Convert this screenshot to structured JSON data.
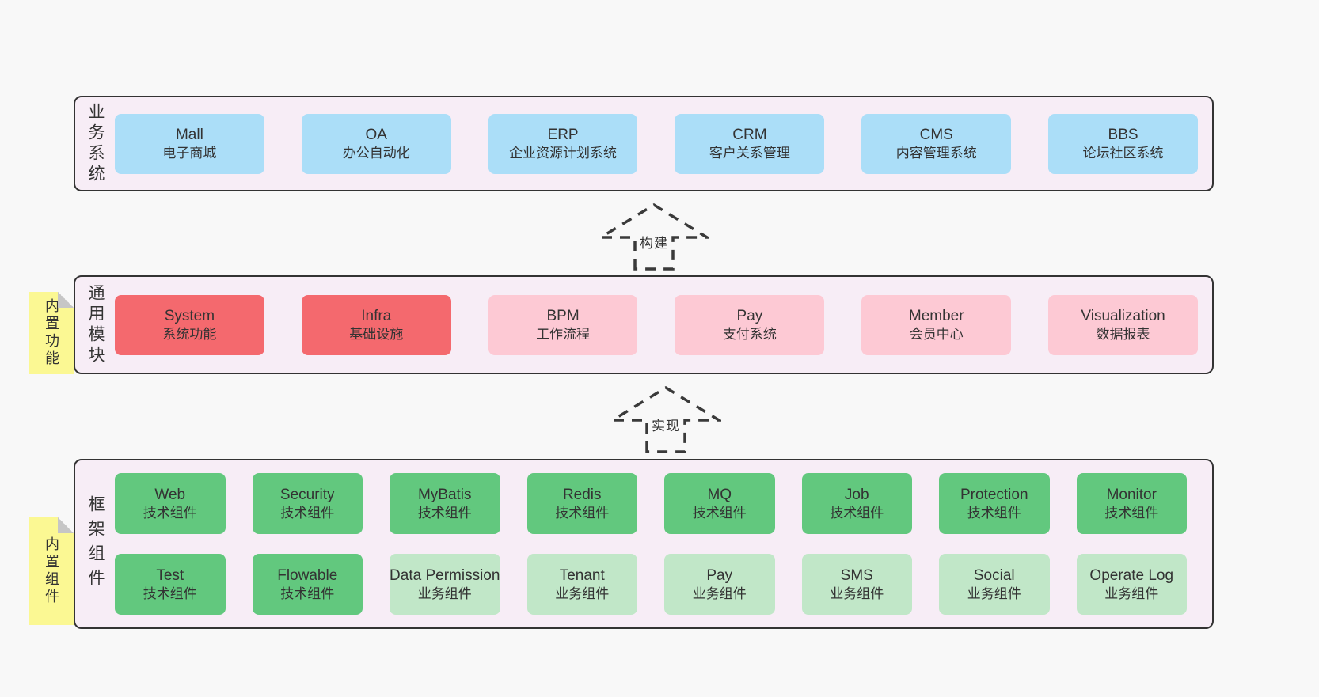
{
  "colors": {
    "page_background": "#f8f8f8",
    "band_background": "#f7edf6",
    "band_border": "#333333",
    "text": "#333333",
    "business_system_box": "#abdef8",
    "core_module_box": "#f4696e",
    "module_box": "#fdc9d4",
    "tech_component_box": "#62c87e",
    "biz_component_box": "#c1e7c8",
    "sticky_note": "#fbf893"
  },
  "bands": {
    "business": {
      "label": "业务系统",
      "boxes": [
        {
          "name": "Mall",
          "desc": "电子商城"
        },
        {
          "name": "OA",
          "desc": "办公自动化"
        },
        {
          "name": "ERP",
          "desc": "企业资源计划系统"
        },
        {
          "name": "CRM",
          "desc": "客户关系管理"
        },
        {
          "name": "CMS",
          "desc": "内容管理系统"
        },
        {
          "name": "BBS",
          "desc": "论坛社区系统"
        }
      ]
    },
    "modules": {
      "label": "通用模块",
      "note": "内置功能",
      "boxes": [
        {
          "name": "System",
          "desc": "系统功能"
        },
        {
          "name": "Infra",
          "desc": "基础设施"
        },
        {
          "name": "BPM",
          "desc": "工作流程"
        },
        {
          "name": "Pay",
          "desc": "支付系统"
        },
        {
          "name": "Member",
          "desc": "会员中心"
        },
        {
          "name": "Visualization",
          "desc": "数据报表"
        }
      ]
    },
    "framework": {
      "label": "框架组件",
      "note": "内置组件",
      "row1": [
        {
          "name": "Web",
          "desc": "技术组件"
        },
        {
          "name": "Security",
          "desc": "技术组件"
        },
        {
          "name": "MyBatis",
          "desc": "技术组件"
        },
        {
          "name": "Redis",
          "desc": "技术组件"
        },
        {
          "name": "MQ",
          "desc": "技术组件"
        },
        {
          "name": "Job",
          "desc": "技术组件"
        },
        {
          "name": "Protection",
          "desc": "技术组件"
        },
        {
          "name": "Monitor",
          "desc": "技术组件"
        }
      ],
      "row2": [
        {
          "name": "Test",
          "desc": "技术组件"
        },
        {
          "name": "Flowable",
          "desc": "技术组件"
        },
        {
          "name": "Data Permission",
          "desc": "业务组件"
        },
        {
          "name": "Tenant",
          "desc": "业务组件"
        },
        {
          "name": "Pay",
          "desc": "业务组件"
        },
        {
          "name": "SMS",
          "desc": "业务组件"
        },
        {
          "name": "Social",
          "desc": "业务组件"
        },
        {
          "name": "Operate Log",
          "desc": "业务组件"
        }
      ]
    }
  },
  "arrows": {
    "build": "构建",
    "implement": "实现"
  }
}
